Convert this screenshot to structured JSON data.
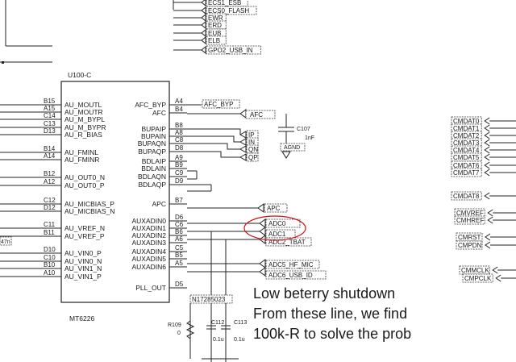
{
  "chip": {
    "ref": "U100-C",
    "part": "MT6226",
    "left_pins": [
      {
        "num": "B15",
        "name": "AU_MOUTL"
      },
      {
        "num": "A15",
        "name": "AU_MOUTR"
      },
      {
        "num": "C14",
        "name": "AU_M_BYPL"
      },
      {
        "num": "C13",
        "name": "AU_M_BYPR"
      },
      {
        "num": "D13",
        "name": "AU_R_BIAS"
      },
      {
        "num": "B14",
        "name": "AU_FMINL"
      },
      {
        "num": "A14",
        "name": "AU_FMINR"
      },
      {
        "num": "B12",
        "name": "AU_OUT0_N"
      },
      {
        "num": "A12",
        "name": "AU_OUT0_P"
      },
      {
        "num": "C12",
        "name": "AU_MICBIAS_P"
      },
      {
        "num": "D12",
        "name": "AU_MICBIAS_N"
      },
      {
        "num": "C11",
        "name": "AU_VREF_N"
      },
      {
        "num": "B11",
        "name": "AU_VREF_P"
      },
      {
        "num": "D10",
        "name": "AU_VIN0_P"
      },
      {
        "num": "C10",
        "name": "AU_VIN0_N"
      },
      {
        "num": "B10",
        "name": "AU_VIN1_N"
      },
      {
        "num": "A10",
        "name": "AU_VIN1_P"
      }
    ],
    "right_pins": [
      {
        "num": "A4",
        "name": "AFC_BYP"
      },
      {
        "num": "B4",
        "name": "AFC"
      },
      {
        "num": "B8",
        "name": "BUPAIP"
      },
      {
        "num": "A8",
        "name": "BUPAIN"
      },
      {
        "num": "C8",
        "name": "BUPAQN"
      },
      {
        "num": "D8",
        "name": "BUPAQP"
      },
      {
        "num": "A9",
        "name": "BDLAIP"
      },
      {
        "num": "B9",
        "name": "BDLAIN"
      },
      {
        "num": "C9",
        "name": "BDLAQN"
      },
      {
        "num": "D9",
        "name": "BDLAQP"
      },
      {
        "num": "B7",
        "name": "APC"
      },
      {
        "num": "D6",
        "name": "AUXADIN0"
      },
      {
        "num": "C6",
        "name": "AUXADIN1"
      },
      {
        "num": "B6",
        "name": "AUXADIN2"
      },
      {
        "num": "A6",
        "name": "AUXADIN3"
      },
      {
        "num": "C5",
        "name": "AUXADIN4"
      },
      {
        "num": "B5",
        "name": "AUXADIN5"
      },
      {
        "num": "A5",
        "name": "AUXADIN6"
      },
      {
        "num": "D5",
        "name": "PLL_OUT"
      }
    ]
  },
  "top_nets": [
    "ECS1_ESB",
    "ECS0_FLASH",
    "EWR",
    "ERD",
    "EUB",
    "ELB",
    "GPO2_USB_IN"
  ],
  "right_nets": {
    "afc_byp": "AFC_BYP",
    "afc": "AFC",
    "bupa": [
      "IP",
      "IN",
      "QN",
      "QP"
    ],
    "apc": "APC",
    "adc0": "ADC0",
    "adc1": "ADC1",
    "adc2": "ADC2_TBAT",
    "adc5": "ADC5_HF_MIC",
    "adc6": "ADC6_USB_ID"
  },
  "components": {
    "c107_ref": "C107",
    "c107_val": "1nF",
    "c107_gnd": "AGND",
    "r109_ref": "R109",
    "r109_val": "0",
    "c112_ref": "C112",
    "c112_val": "0.1u",
    "c113_ref": "C113",
    "c113_val": "0.1u",
    "net_bottom": "N17285023",
    "left_res": "47n"
  },
  "far_right_nets": [
    "CMDAT0",
    "CMDAT1",
    "CMDAT2",
    "CMDAT3",
    "CMDAT4",
    "CMDAT5",
    "CMDAT6",
    "CMDAT7",
    "CMDAT8",
    "CMVREF",
    "CMHREF",
    "CMRST",
    "CMPDN",
    "CMMCLK",
    "CMPCLK"
  ],
  "annotation": {
    "line1": "Low beterry shutdown",
    "line2": " From these line, we find",
    "line3": "100k-R to solve the prob",
    "color": "#cc1111"
  }
}
